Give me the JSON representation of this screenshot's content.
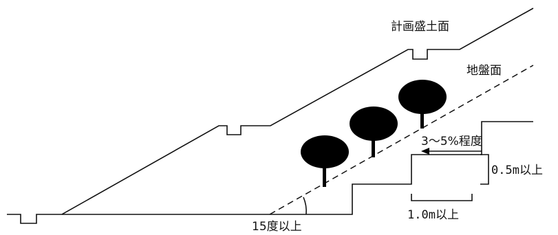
{
  "labels": {
    "planned_fill_surface": "計画盛土面",
    "ground_surface": "地盤面",
    "drain_slope": "3～5%程度",
    "step_height": "0.5m以上",
    "step_width": "1.0m以上",
    "slope_angle": "15度以上"
  }
}
